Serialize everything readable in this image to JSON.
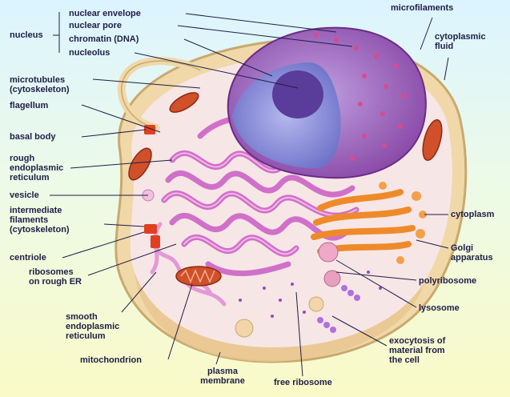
{
  "labels": {
    "nucleus": "nucleus",
    "nuclear_envelope": "nuclear envelope",
    "nuclear_pore": "nuclear pore",
    "chromatin": "chromatin (DNA)",
    "nucleolus": "nucleolus",
    "microfilaments": "microfilaments",
    "cytoplasmic_fluid": "cytoplasmic\nfluid",
    "microtubules": "microtubules\n(cytoskeleton)",
    "flagellum": "flagellum",
    "basal_body": "basal body",
    "rough_er": "rough\nendoplasmic\nreticulum",
    "vesicle": "vesicle",
    "intermediate_filaments": "intermediate\nfilaments\n(cytoskeleton)",
    "centriole": "centriole",
    "ribosomes_rough_er": "ribosomes\non rough ER",
    "smooth_er": "smooth\nendoplasmic\nreticulum",
    "mitochondrion": "mitochondrion",
    "plasma_membrane": "plasma\nmembrane",
    "free_ribosome": "free ribosome",
    "cytoplasm": "cytoplasm",
    "golgi": "Golgi\napparatus",
    "polyribosome": "polyribosome",
    "lysosome": "lysosome",
    "exocytosis": "exocytosis of\nmaterial from\nthe cell"
  },
  "colors": {
    "background_top": "#dcf4ff",
    "background_bottom": "#fafac8",
    "membrane": "#f0d8a8",
    "cytoplasm": "#f7e6e6",
    "er": "#d070c8",
    "nucleus_envelope": "#a060b8",
    "nucleoplasm": "#8c8fd6",
    "nucleolus": "#5a3c9a",
    "golgi": "#ef8a2a",
    "mitochondrion": "#d0502a",
    "label_text": "#1e1e46"
  }
}
